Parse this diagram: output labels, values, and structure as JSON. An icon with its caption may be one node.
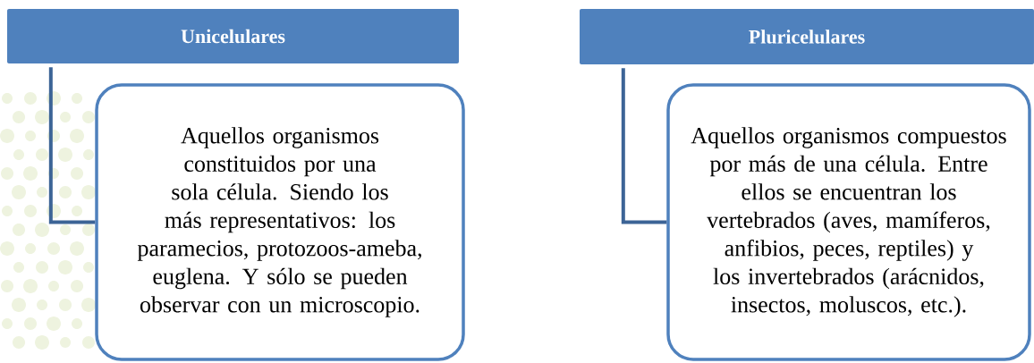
{
  "diagram": {
    "nodes": [
      {
        "text": [
          "Unicelulares"
        ]
      },
      {
        "text": [
          "Aquellos organismos constituidos por una sola célula. Siendo los más representativos: los paramecios, protozoos-ameba, euglena. Y sólo se pueden observar con un microscopio."
        ]
      },
      {
        "text": [
          "Pluricelulares"
        ]
      },
      {
        "text": [
          "Aquellos organismos compuestos por más de una célula. Entre ellos se encuentran los vertebrados (aves, mamíferos, anfibios, peces, reptiles) y los invertebrados (arácnidos, insectos, moluscos, etc.)."
        ]
      }
    ],
    "edges": [
      {
        "from": 0,
        "to": 1,
        "arrow": "none"
      },
      {
        "from": 2,
        "to": 3,
        "arrow": "none"
      }
    ]
  }
}
